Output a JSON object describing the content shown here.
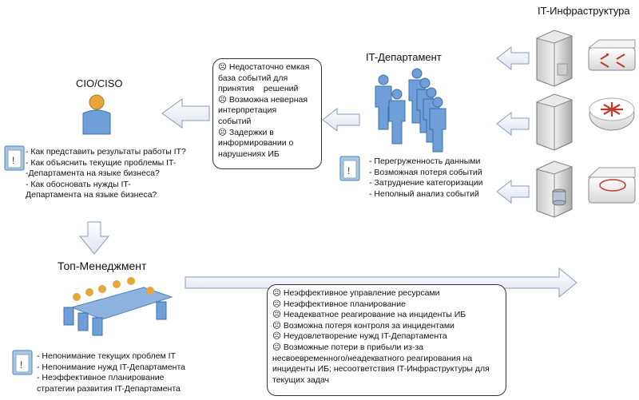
{
  "titles": {
    "it_infra": "IT-Инфраструктура",
    "it_dept": "IT-Департамент",
    "cio": "CIO/CISO",
    "top": "Топ-Менеджмент"
  },
  "events_box": [
    "☹ Недостаточно емкая",
    "база событий для",
    "принятия    решений",
    "☹ Возможна неверная",
    "интерпретация",
    "событий",
    "☹ Задержки в",
    "информировании о",
    "нарушениях ИБ"
  ],
  "it_dept_issues": [
    "- Перегруженность данными",
    "- Возможная потеря событий",
    "- Затруднение категоризации",
    "- Неполный анализ событий"
  ],
  "cio_questions": [
    "- Как представить результаты работы IT?",
    "- Как объяснить текущие проблемы IT-",
    "-Департамента на языке бизнеса?",
    "- Как обосновать нужды IT-",
    "Департамента на языке бизнеса?"
  ],
  "top_issues": [
    "- Непонимание текущих проблем IT",
    "- Непонимание нужд IT-Департамента",
    "- Неэффективное планирование",
    "стратегии развития IT-Департамента"
  ],
  "consequences_box": [
    "☹ Неэффективное управление ресурсами",
    "☹ Неэффективное планирование",
    "☹ Неадекватное реагирование на инциденты ИБ",
    "☹ Возможна потеря контроля за инцидентами",
    "☹ Неудовлетворение нужд IT-Департамента",
    "☹ Возможные потери в прибыли из-за",
    "несвоевременного/неадекватного реагирования на",
    "инциденты ИБ; несоответствия IT-Инфраструктуры для",
    "текущих задач"
  ]
}
